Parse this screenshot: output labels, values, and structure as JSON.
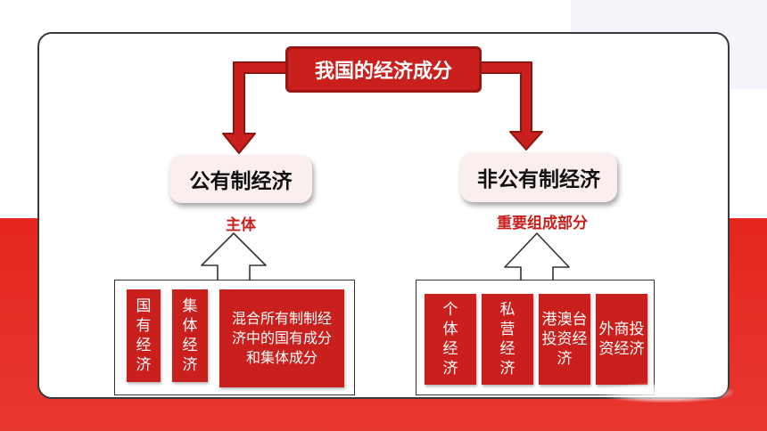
{
  "diagram": {
    "title": "我国的经济成分",
    "categories": [
      {
        "name": "公有制经济",
        "role": "主体",
        "items": [
          "国有经济",
          "集体经济",
          "混合所有制制经济中的国有成分和集体成分"
        ]
      },
      {
        "name": "非公有制经济",
        "role": "重要组成部分",
        "items": [
          "个体经济",
          "私营经济",
          "港澳台投资经济",
          "外商投资经济"
        ]
      }
    ]
  },
  "colors": {
    "accent": "#c9201d",
    "background_red": "#e5261f",
    "category_fill": "#fbeeee"
  }
}
